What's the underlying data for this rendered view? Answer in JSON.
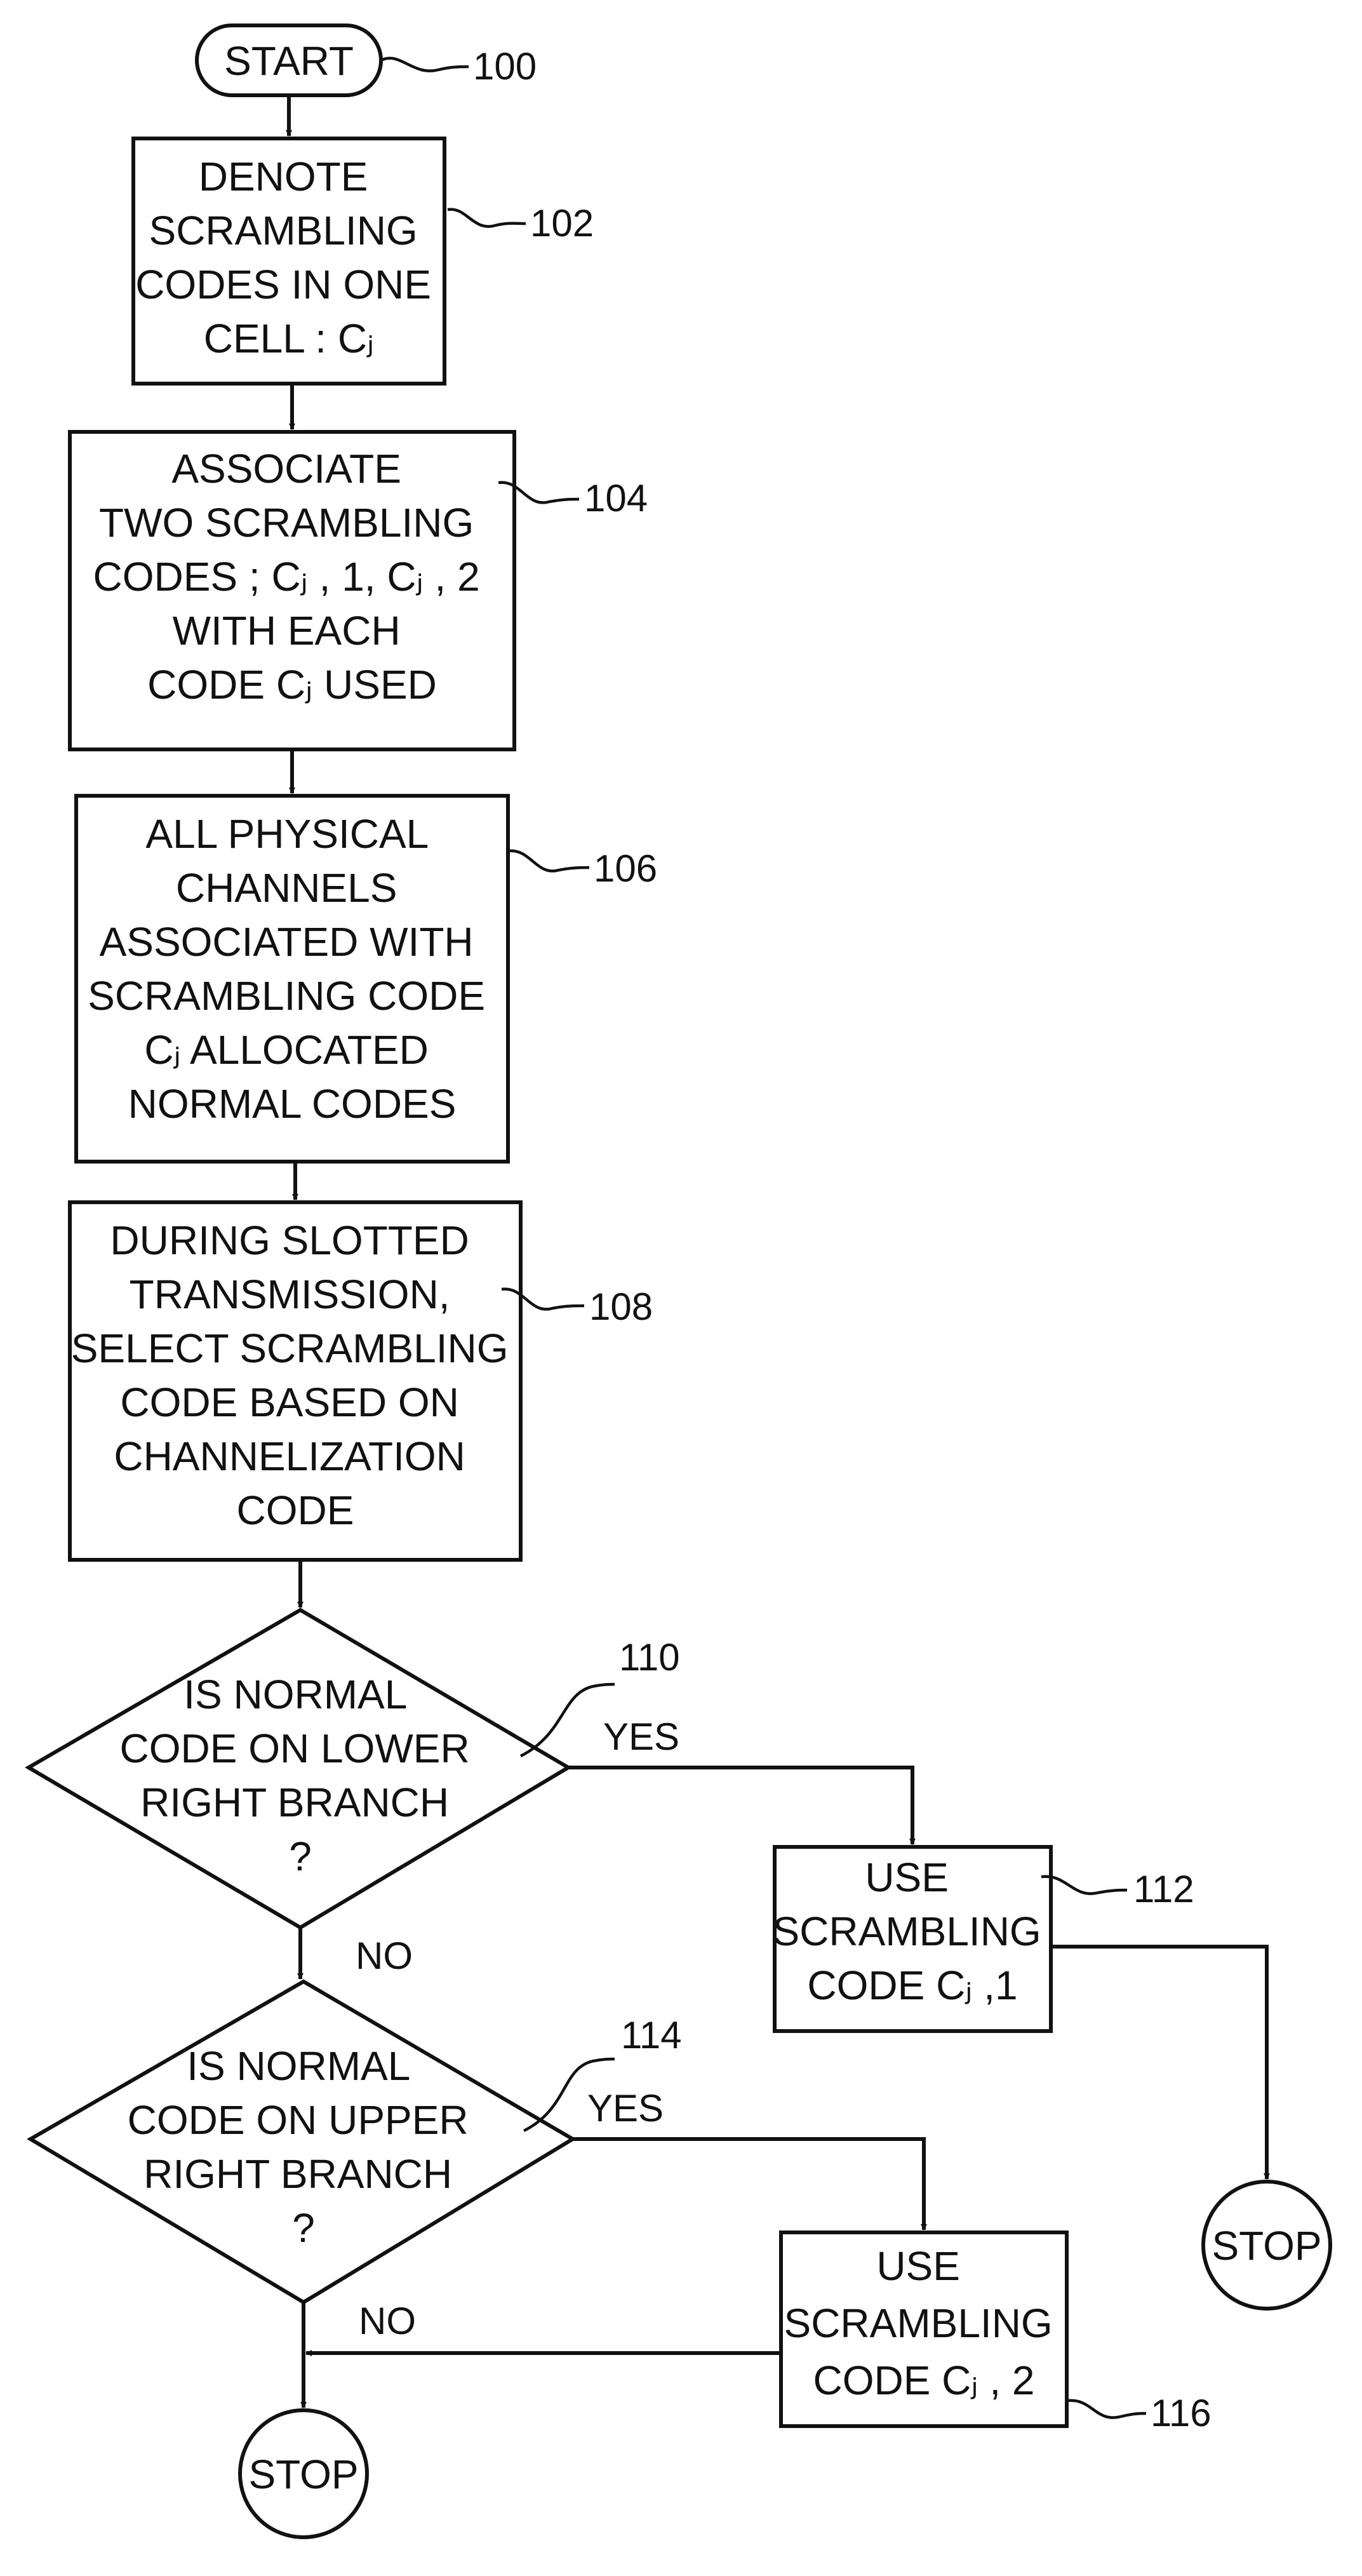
{
  "nodes": {
    "start": "START",
    "step_102": [
      "DENOTE",
      "SCRAMBLING",
      "CODES IN ONE",
      "CELL : Cⱼ"
    ],
    "step_104": [
      "ASSOCIATE",
      "TWO SCRAMBLING",
      "CODES ;  Cⱼ , 1, Cⱼ , 2",
      "WITH EACH",
      "CODE Cⱼ USED"
    ],
    "step_106": [
      "ALL PHYSICAL",
      "CHANNELS",
      "ASSOCIATED WITH",
      "SCRAMBLING CODE",
      "Cⱼ  ALLOCATED",
      "NORMAL CODES"
    ],
    "step_108": [
      "DURING SLOTTED",
      "TRANSMISSION,",
      "SELECT SCRAMBLING",
      "CODE BASED ON",
      "CHANNELIZATION",
      "CODE"
    ],
    "decision_110": [
      "IS NORMAL",
      "CODE ON LOWER",
      "RIGHT BRANCH",
      "?"
    ],
    "step_112": [
      "USE",
      "SCRAMBLING",
      "CODE Cⱼ ,1"
    ],
    "decision_114": [
      "IS NORMAL",
      "CODE ON UPPER",
      "RIGHT BRANCH",
      "?"
    ],
    "step_116": [
      "USE",
      "SCRAMBLING",
      "CODE Cⱼ , 2"
    ],
    "stop_right": "STOP",
    "stop_bottom": "STOP"
  },
  "refs": {
    "r100": "100",
    "r102": "102",
    "r104": "104",
    "r106": "106",
    "r108": "108",
    "r110": "110",
    "r112": "112",
    "r114": "114",
    "r116": "116"
  },
  "edge_labels": {
    "yes_110": "YES",
    "no_110": "NO",
    "yes_114": "YES",
    "no_114": "NO"
  }
}
